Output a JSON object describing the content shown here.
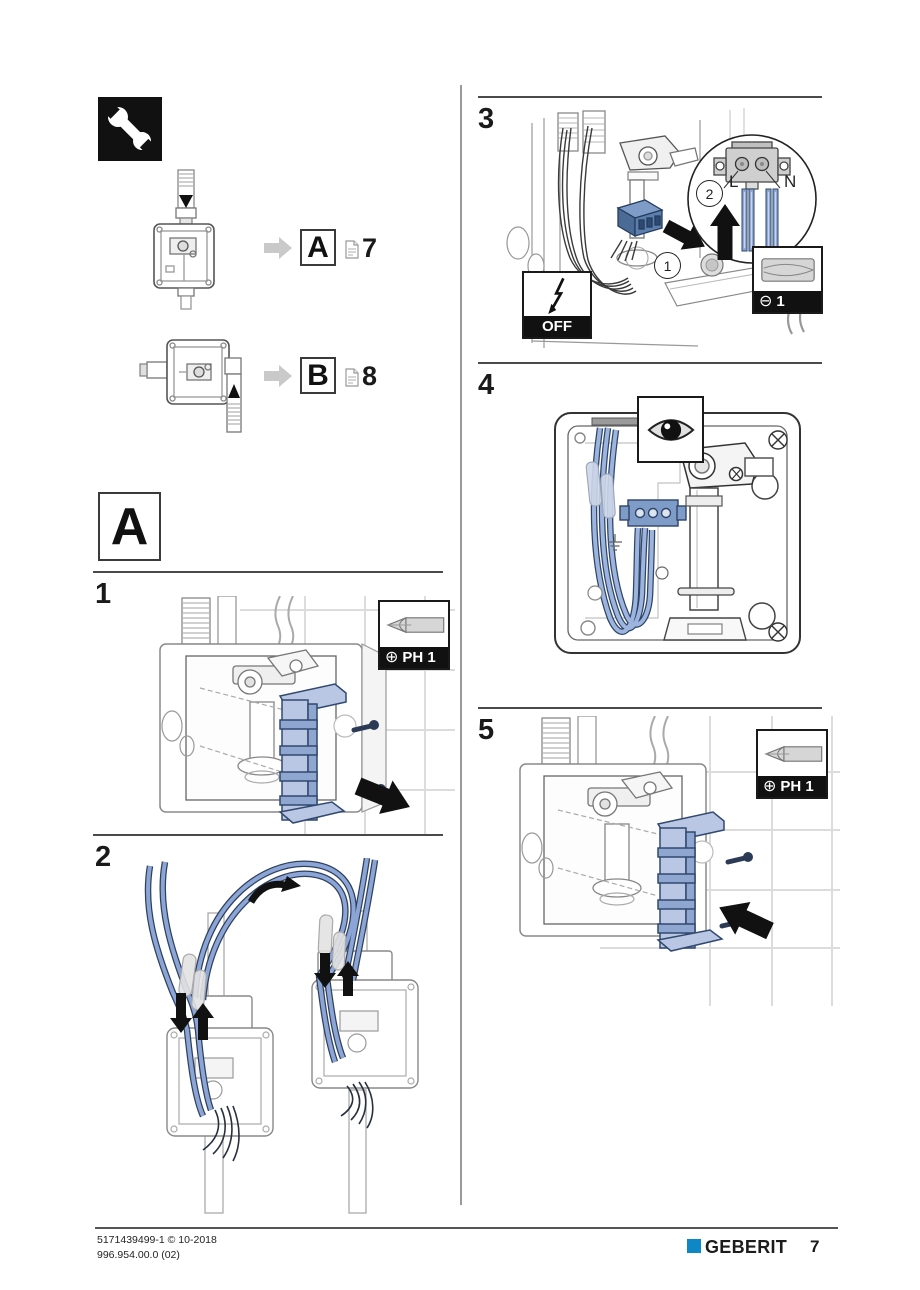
{
  "header": {
    "tools_icon": "wrench"
  },
  "overview": {
    "items": [
      {
        "letter": "A",
        "page": "7"
      },
      {
        "letter": "B",
        "page": "8"
      }
    ]
  },
  "section": {
    "letter": "A"
  },
  "steps": {
    "s1": {
      "number": "1",
      "tool": {
        "symbol": "⊕",
        "label": "PH 1"
      }
    },
    "s2": {
      "number": "2"
    },
    "s3": {
      "number": "3",
      "power_label": "OFF",
      "callout_1": "1",
      "callout_2": "2",
      "terminal_l": "L",
      "terminal_n": "N",
      "tool": {
        "symbol": "⊖",
        "label": "1"
      }
    },
    "s4": {
      "number": "4"
    },
    "s5": {
      "number": "5",
      "tool": {
        "symbol": "⊕",
        "label": "PH 1"
      }
    }
  },
  "footer": {
    "doc_id": "5171439499-1 © 10-2018",
    "doc_code": "996.954.00.0 (02)",
    "brand": "GEBERIT",
    "page_number": "7",
    "brand_color": "#0e87c6"
  },
  "colors": {
    "part_blue_light": "#b9c7e4",
    "part_blue_mid": "#8fa6d0",
    "part_blue_dark": "#31496e",
    "wire_blue": "#8ba6d6",
    "line_dark": "#333333",
    "brand_blue": "#0e87c6"
  }
}
